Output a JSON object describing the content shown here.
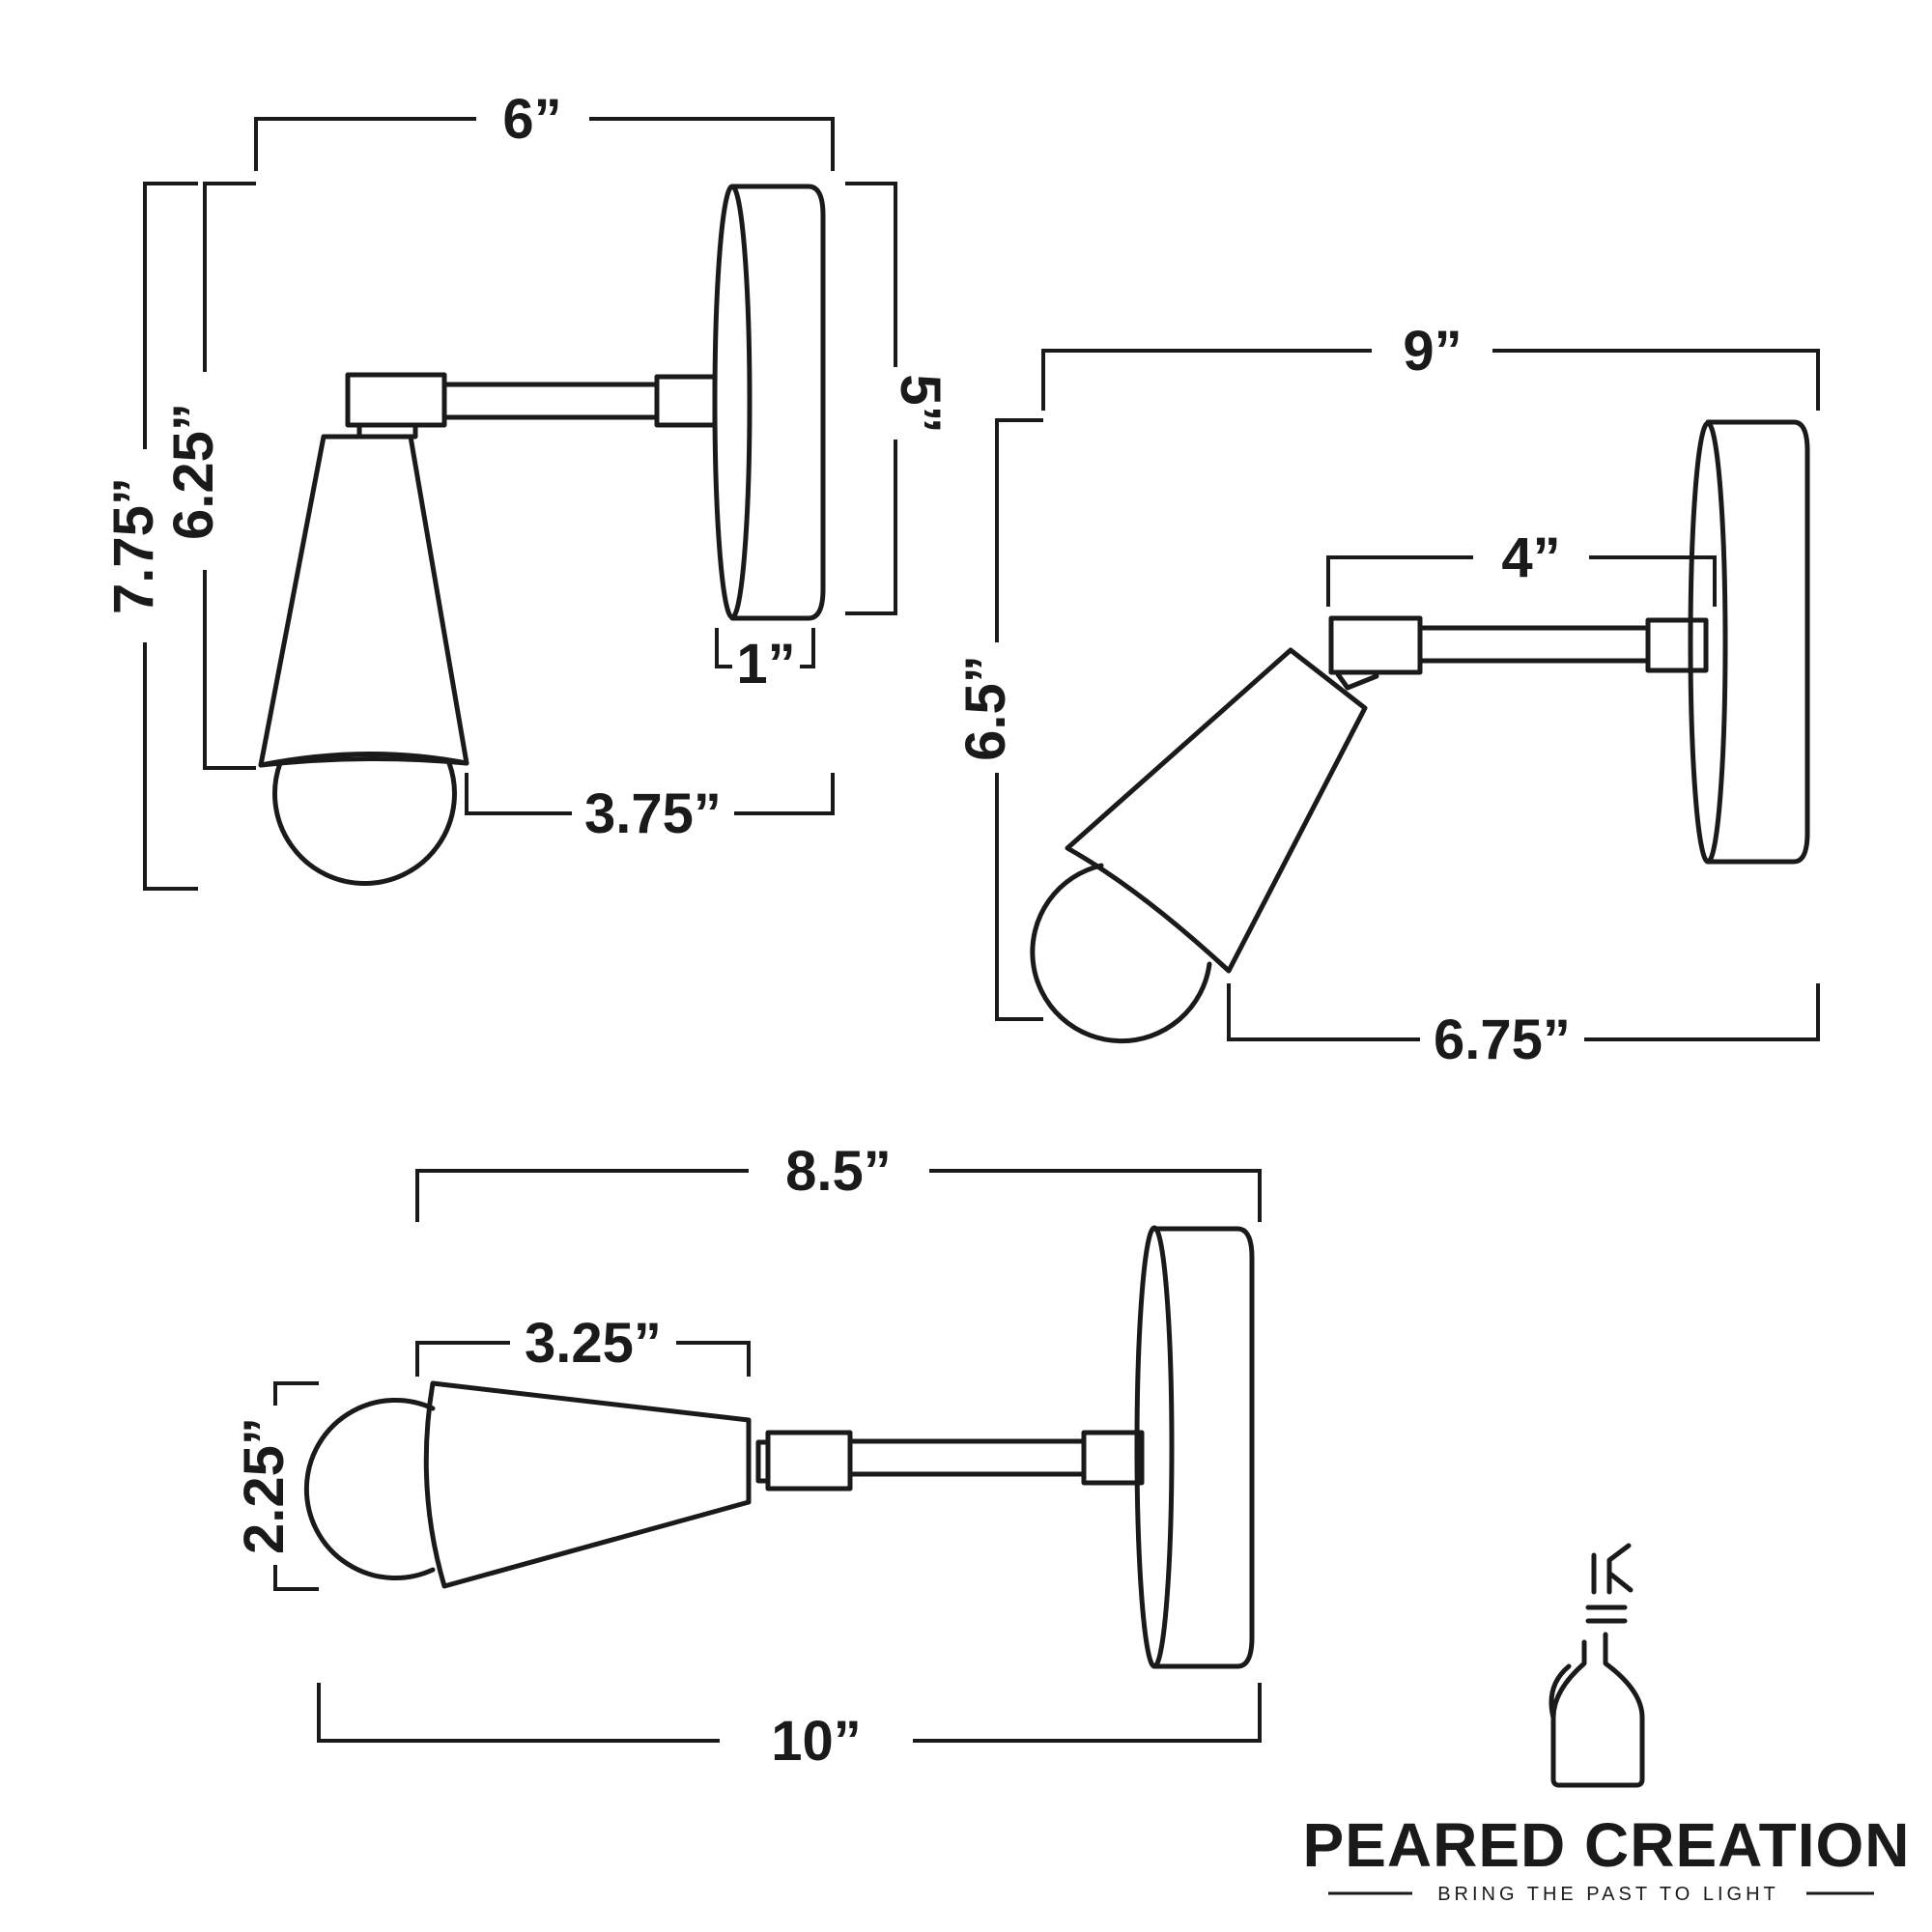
{
  "figure_upright": {
    "overall_width": "6”",
    "overall_height": "7.75”",
    "shade_height": "6.25”",
    "backplate_diameter": "5”",
    "backplate_depth": "1”",
    "shade_to_wall": "3.75”"
  },
  "figure_angled": {
    "overall_width": "9”",
    "arm_length": "4”",
    "overall_height": "6.5”",
    "bottom_width": "6.75”"
  },
  "figure_horizontal": {
    "top_width": "8.5”",
    "shade_length": "3.25”",
    "shade_height": "2.25”",
    "overall_width": "10”"
  },
  "logo": {
    "brand": "PEARED CREATION",
    "tagline": "BRING THE PAST TO LIGHT",
    "icon": "lightbulb-logo-icon"
  },
  "colors": {
    "ink": "#1a1a1a",
    "background": "#ffffff"
  }
}
